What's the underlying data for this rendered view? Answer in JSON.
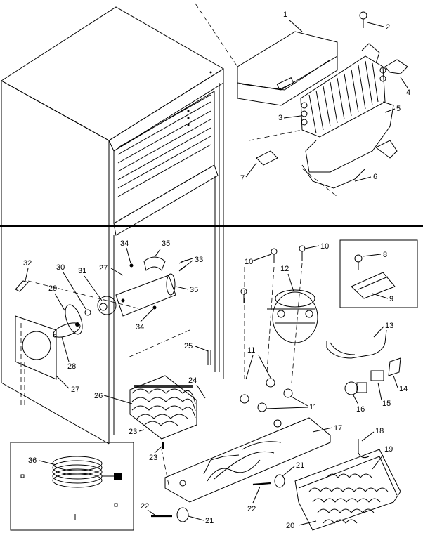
{
  "labels": [
    {
      "n": "1"
    },
    {
      "n": "2"
    },
    {
      "n": "3"
    },
    {
      "n": "4"
    },
    {
      "n": "5"
    },
    {
      "n": "6"
    },
    {
      "n": "7"
    },
    {
      "n": "8"
    },
    {
      "n": "9"
    },
    {
      "n": "10"
    },
    {
      "n": "11"
    },
    {
      "n": "12"
    },
    {
      "n": "13"
    },
    {
      "n": "14"
    },
    {
      "n": "15"
    },
    {
      "n": "16"
    },
    {
      "n": "17"
    },
    {
      "n": "18"
    },
    {
      "n": "19"
    },
    {
      "n": "20"
    },
    {
      "n": "21"
    },
    {
      "n": "22"
    },
    {
      "n": "23"
    },
    {
      "n": "24"
    },
    {
      "n": "25"
    },
    {
      "n": "26"
    },
    {
      "n": "27"
    },
    {
      "n": "28"
    },
    {
      "n": "29"
    },
    {
      "n": "30"
    },
    {
      "n": "31"
    },
    {
      "n": "32"
    },
    {
      "n": "33"
    },
    {
      "n": "34"
    },
    {
      "n": "35"
    },
    {
      "n": "36"
    }
  ]
}
